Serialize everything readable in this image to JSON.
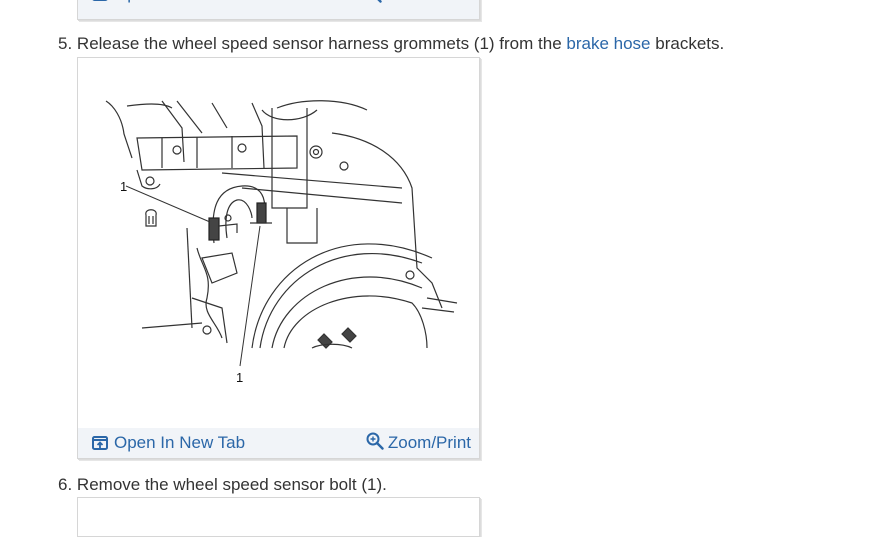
{
  "figure_toolbar": {
    "open_new_tab_label": "Open In New Tab",
    "zoom_print_label": "Zoom/Print",
    "open_new_tab_icon": "open-new-tab-icon",
    "zoom_print_icon": "zoom-in-icon"
  },
  "steps": [
    {
      "number": "5.",
      "text_before": "Release the wheel speed sensor harness grommets (1) from the",
      "link_text": "brake hose",
      "text_after": "brackets.",
      "figure": {
        "callouts": [
          "1",
          "1"
        ],
        "alt": "Wheel speed sensor harness grommets on brake hose brackets"
      }
    },
    {
      "number": "6.",
      "text": "Remove the wheel speed sensor bolt (1)."
    }
  ],
  "colors": {
    "link": "#2b67a8",
    "toolbar_bg": "#f1f4f8",
    "text": "#333333",
    "border": "#d6d6d6"
  }
}
